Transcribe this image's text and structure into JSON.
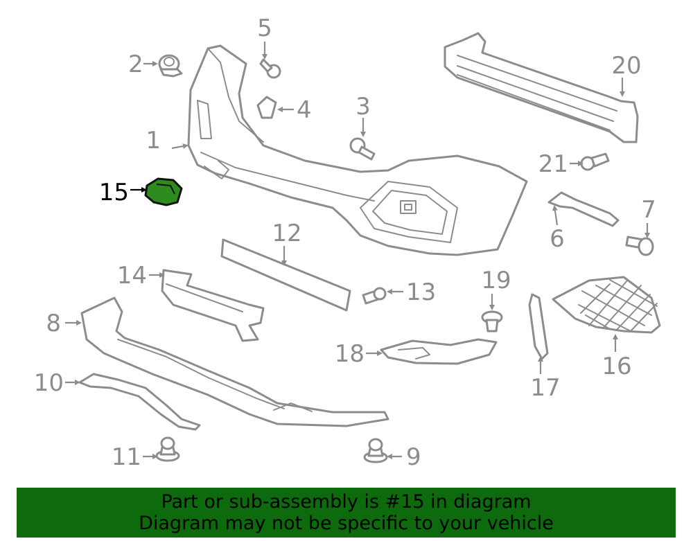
{
  "callouts": [
    "1",
    "2",
    "3",
    "4",
    "5",
    "6",
    "7",
    "8",
    "9",
    "10",
    "11",
    "12",
    "13",
    "14",
    "15",
    "16",
    "17",
    "18",
    "19",
    "20",
    "21"
  ],
  "highlighted_part": "15",
  "colors": {
    "highlight_fill": "#2e8b1e",
    "banner_bg": "#0d6b0d",
    "line_gray": "#8c8c8c"
  },
  "banner": {
    "line1": "Part or sub-assembly is #15 in diagram",
    "line2": "Diagram may not be specific to your vehicle"
  }
}
